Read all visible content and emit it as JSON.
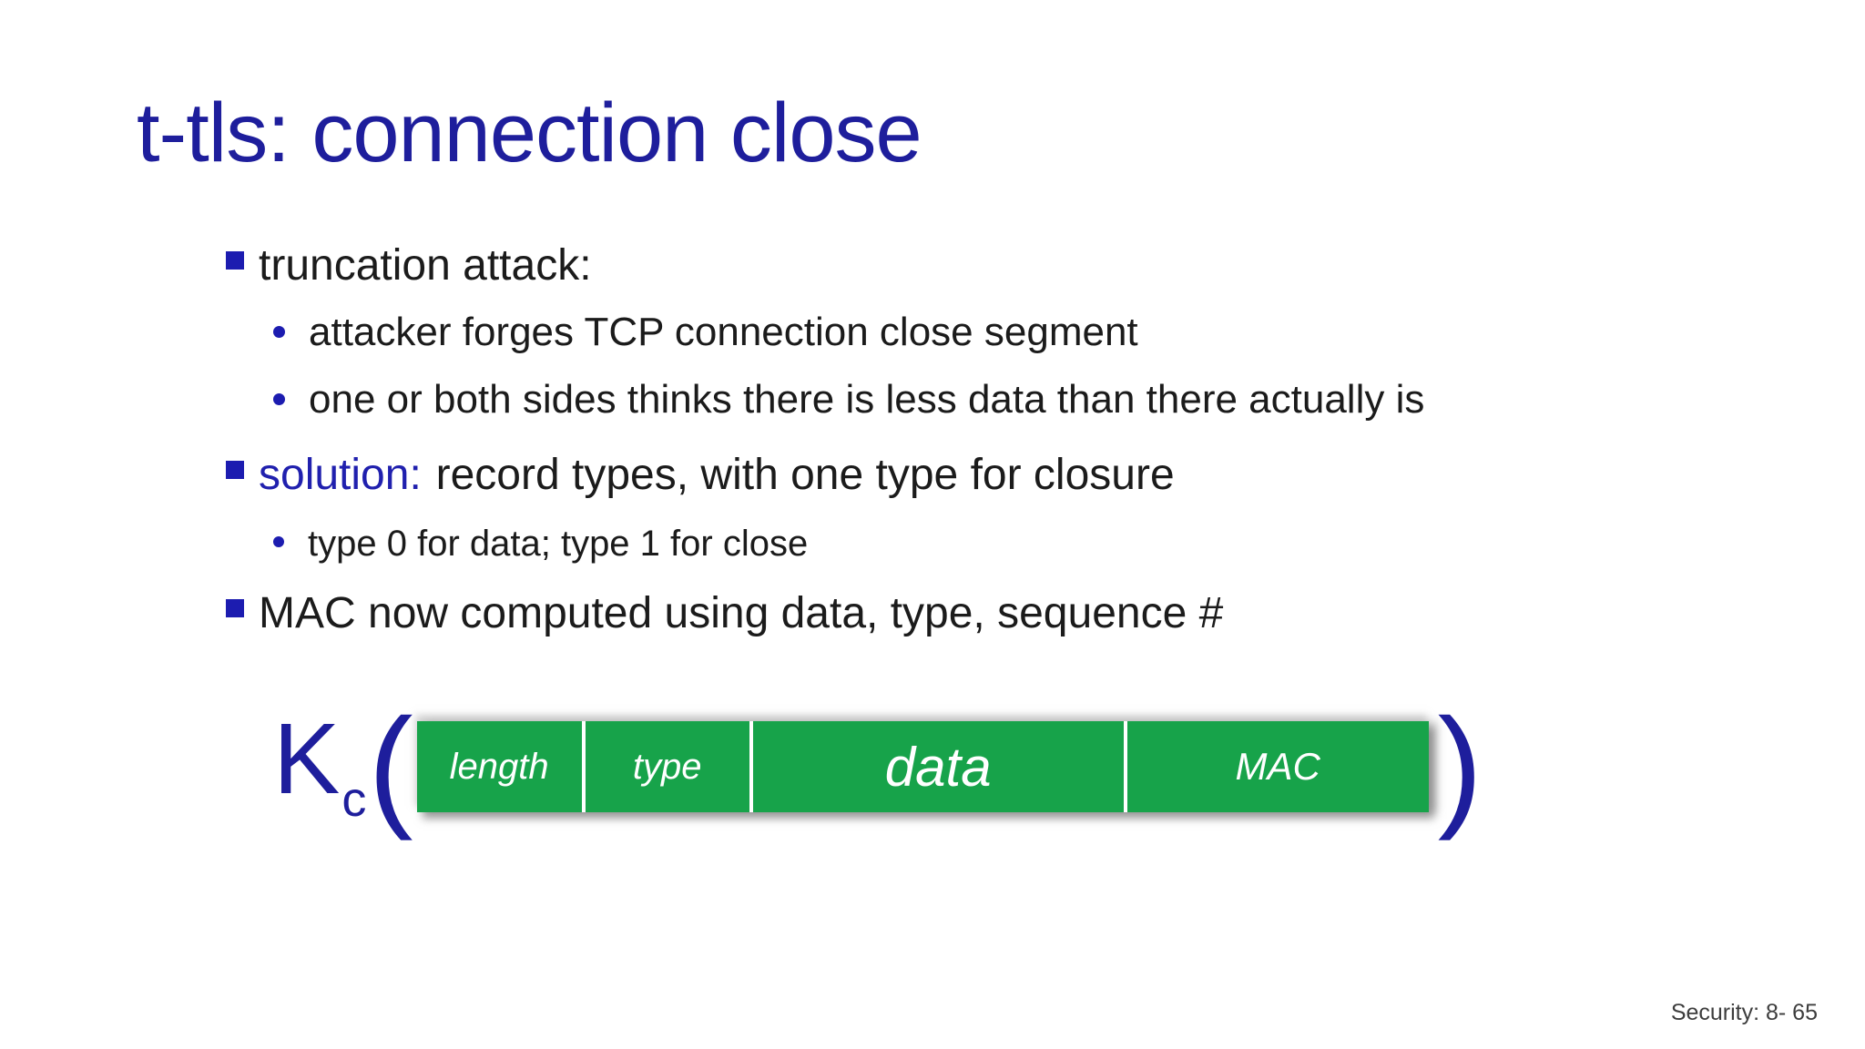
{
  "slide": {
    "title": "t-tls: connection close",
    "footer": "Security: 8- 65"
  },
  "content": {
    "bullet_truncation": {
      "text": "truncation attack:"
    },
    "sub_attacker": {
      "text": "attacker forges TCP connection close segment"
    },
    "sub_one_or_both": {
      "text": "one or both sides thinks there is less data than there actually is"
    },
    "bullet_solution": {
      "lead": "solution:",
      "text": "record types, with one type for closure"
    },
    "sub_type0": {
      "text": "type 0 for data; type 1 for close"
    },
    "bullet_mac": {
      "text": "MAC now computed using data, type, sequence #"
    }
  },
  "record": {
    "key_symbol": "K",
    "key_subscript": "c",
    "open_paren": "(",
    "close_paren": ")",
    "fields": [
      {
        "label": "length"
      },
      {
        "label": "type"
      },
      {
        "label": "data"
      },
      {
        "label": "MAC"
      }
    ]
  },
  "colors": {
    "heading_blue": "#1e1e9c",
    "bullet_blue": "#1c1cb0",
    "record_green": "#17a34a",
    "body_text": "#1b1b1b",
    "footer_gray": "#3d3d3d"
  }
}
